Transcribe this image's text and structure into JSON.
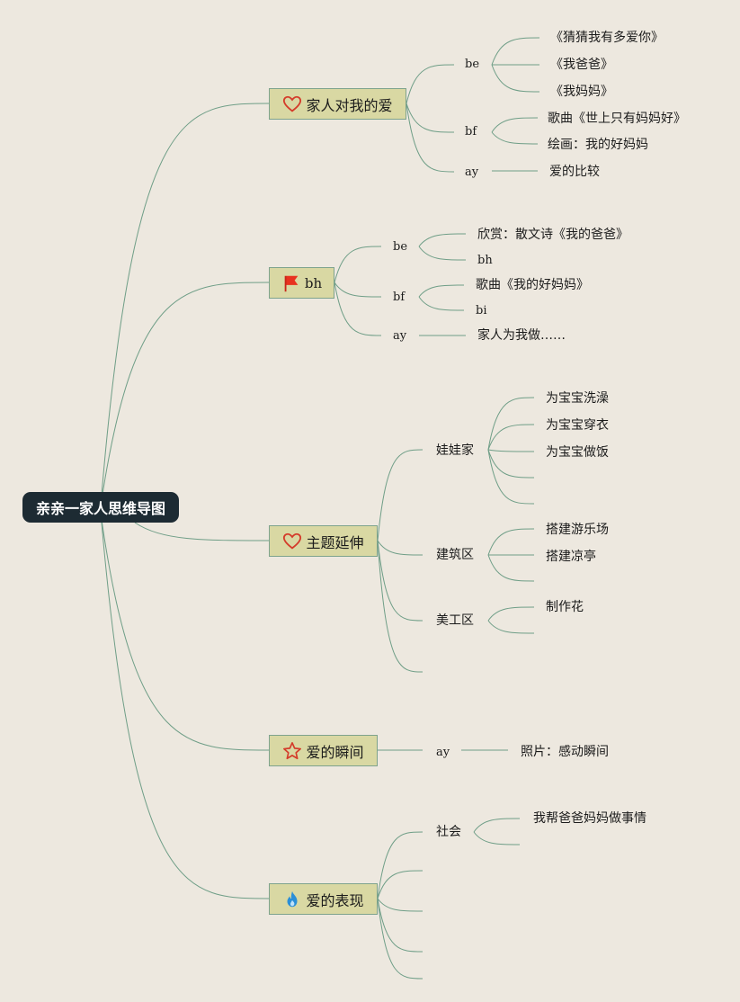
{
  "root": {
    "label": "亲亲一家人思维导图"
  },
  "topics": [
    {
      "id": "t1",
      "label": "家人对我的爱",
      "icon": "heart-icon"
    },
    {
      "id": "t2",
      "label": "bh",
      "icon": "red-flag-icon"
    },
    {
      "id": "t3",
      "label": "主题延伸",
      "icon": "heart-icon"
    },
    {
      "id": "t4",
      "label": "爱的瞬间",
      "icon": "star-icon"
    },
    {
      "id": "t5",
      "label": "爱的表现",
      "icon": "fire-icon"
    }
  ],
  "subtopics": {
    "t1": [
      {
        "label": "be",
        "leaves": [
          "《猜猜我有多爱你》",
          "《我爸爸》",
          "《我妈妈》"
        ]
      },
      {
        "label": "bf",
        "leaves": [
          "歌曲《世上只有妈妈好》",
          "绘画：我的好妈妈"
        ]
      },
      {
        "label": "ay",
        "leaves": [
          "爱的比较"
        ]
      }
    ],
    "t2": [
      {
        "label": "be",
        "leaves": [
          "欣赏：散文诗《我的爸爸》",
          "bh"
        ]
      },
      {
        "label": "bf",
        "leaves": [
          "歌曲《我的好妈妈》",
          "bi"
        ]
      },
      {
        "label": "ay",
        "leaves": [
          "家人为我做……"
        ]
      }
    ],
    "t3": [
      {
        "label": "娃娃家",
        "leaves": [
          "为宝宝洗澡",
          "为宝宝穿衣",
          "为宝宝做饭"
        ]
      },
      {
        "label": "建筑区",
        "leaves": [
          "搭建游乐场",
          "搭建凉亭"
        ]
      },
      {
        "label": "美工区",
        "leaves": [
          "制作花"
        ]
      }
    ],
    "t4": [
      {
        "label": "ay",
        "leaves": [
          "照片：感动瞬间"
        ]
      }
    ],
    "t5": [
      {
        "label": "社会",
        "leaves": [
          "我帮爸爸妈妈做事情"
        ]
      }
    ]
  },
  "colors": {
    "background": "#ede8df",
    "root_fill": "#1d2b33",
    "topic_fill": "#d9d8a3",
    "topic_border": "#7ea38d",
    "connector": "#6f9e87",
    "heart": "#d43b2a",
    "flag": "#e8321f",
    "star": "#d43b2a",
    "fire": "#2a8fd8"
  }
}
